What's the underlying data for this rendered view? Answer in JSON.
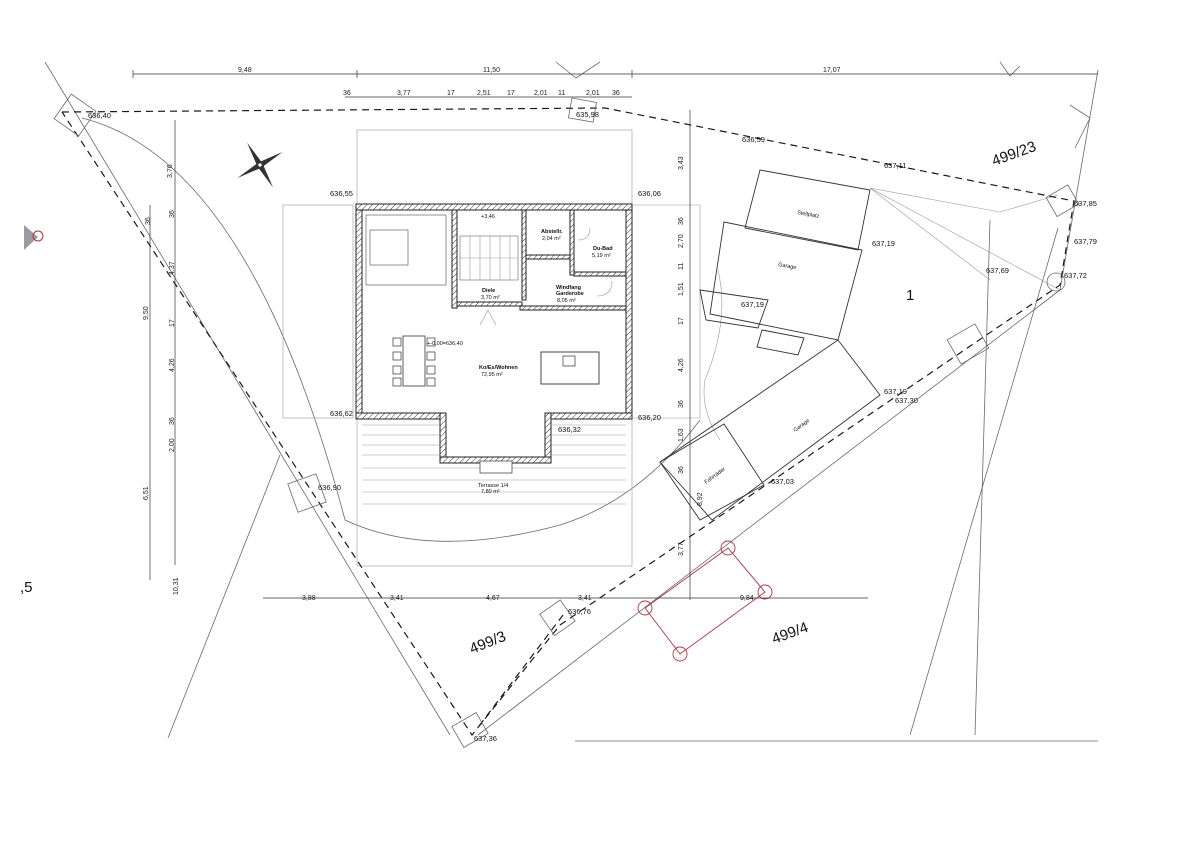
{
  "dimensions": {
    "top_row1": [
      "9,48",
      "11,50",
      "17,07"
    ],
    "top_row2": [
      "36",
      "3,77",
      "17",
      "2,51",
      "17",
      "2,01",
      "11",
      "2,01",
      "36"
    ],
    "left_col1": [
      "3,76",
      "9,50",
      "6,51",
      "10,31"
    ],
    "left_col2": [
      "36",
      "4,37",
      "17",
      "4,26",
      "36",
      "2,00",
      "36"
    ],
    "right_col": [
      "3,43",
      "36",
      "2,70",
      "11",
      "1,51",
      "17",
      "4,26",
      "36",
      "1,63",
      "36",
      "3,77"
    ],
    "bottom_row": [
      "3,88",
      "3,41",
      "4,67",
      "3,41",
      "9,84"
    ],
    "right_inner": "8,92"
  },
  "elevations": {
    "e1": "636,40",
    "e2": "635,98",
    "e3": "636,59",
    "e4": "637,11",
    "e5": "637,85",
    "e6": "637,79",
    "e7": "637,72",
    "e8": "637,69",
    "e9": "637,19",
    "e10": "637,19",
    "e11": "637,19",
    "e12": "637,30",
    "e13": "637,03",
    "e14": "636,55",
    "e15": "636,06",
    "e16": "636,62",
    "e17": "636,20",
    "e18": "636,32",
    "e19": "636,90",
    "e20": "636,76",
    "e21": "637,36"
  },
  "rooms": {
    "stair_note": "+3,46",
    "abstellr_name": "Abstellr.",
    "abstellr_area": "2,04 m²",
    "dubad_name": "Du-Bad",
    "dubad_area": "5,19 m²",
    "diele_name": "Diele",
    "diele_area": "3,70 m²",
    "windfang_name": "Windfang",
    "garderobe_name": "Garderobe",
    "windfang_area": "8,05 m²",
    "level_note": "+-0,00=636,40",
    "kochen_name": "Ko/Es/Wohnen",
    "kochen_area": "72,95 m²",
    "terrasse_name": "Terrasse 1/4",
    "terrasse_area": "7,80 m²",
    "stellplatz": "Stellplatz",
    "garage_top": "Garage",
    "garage_bottom": "Garage",
    "fahrrader": "Fahrräder",
    "number_1": "1"
  },
  "parcels": {
    "p1": "499/23",
    "p2": "499/3",
    "p3": "499/4",
    "edge": ",5"
  },
  "colors": {
    "accent_marker": "#b0323a",
    "lines": "#6a6a6a",
    "dashed": "#1a1a1a"
  }
}
